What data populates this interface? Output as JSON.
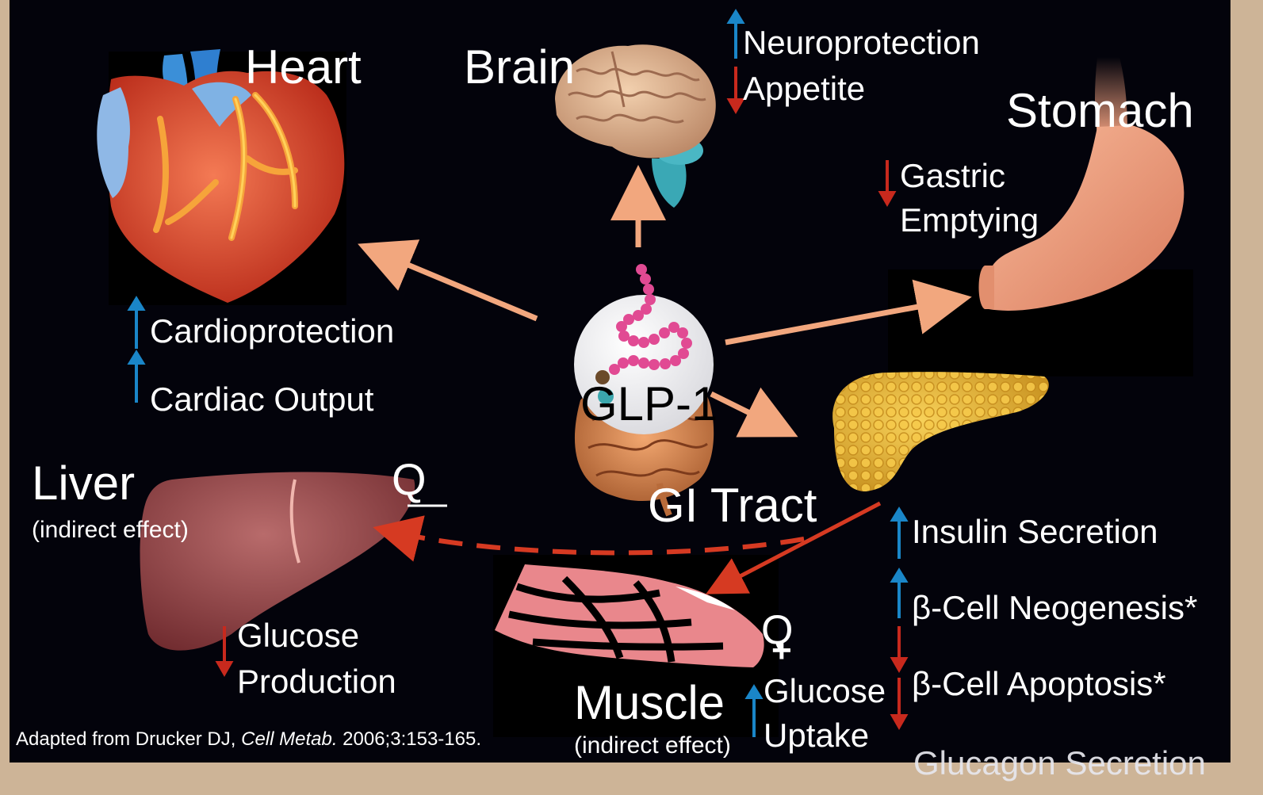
{
  "colors": {
    "background": "#03030b",
    "frame": "#cdb497",
    "up_arrow": "#1a86c8",
    "down_arrow": "#c8291d",
    "pathway_arrow": "#f2a77e",
    "indirect_arrow": "#d63a22"
  },
  "center": {
    "label": "GLP-1"
  },
  "heart": {
    "title": "Heart",
    "effects": [
      {
        "direction": "up",
        "text": "Cardioprotection"
      },
      {
        "direction": "up",
        "text": "Cardiac Output"
      }
    ]
  },
  "brain": {
    "title": "Brain",
    "effects": [
      {
        "direction": "up",
        "text": "Neuroprotection"
      },
      {
        "direction": "down",
        "text": "Appetite"
      }
    ]
  },
  "stomach": {
    "title": "Stomach",
    "effect": {
      "direction": "down",
      "line1": "Gastric",
      "line2": "Emptying"
    }
  },
  "gi_tract": {
    "title": "GI Tract"
  },
  "liver": {
    "title": "Liver",
    "subtitle": "(indirect effect)",
    "effect": {
      "direction": "down",
      "line1": "Glucose",
      "line2": "Production"
    },
    "sign": "Q"
  },
  "muscle": {
    "title": "Muscle",
    "subtitle": "(indirect effect)",
    "effect": {
      "direction": "up",
      "line1": "Glucose",
      "line2": "Uptake"
    },
    "sign": "Q",
    "sign_plus": "+"
  },
  "pancreas": {
    "effects": [
      {
        "direction": "up",
        "text": "Insulin Secretion"
      },
      {
        "direction": "up",
        "text": "β-Cell Neogenesis*"
      },
      {
        "direction": "down",
        "text": "β-Cell Apoptosis*"
      },
      {
        "direction": "down",
        "text": "Glucagon Secretion"
      }
    ]
  },
  "citation": {
    "prefix": "Adapted from Drucker DJ, ",
    "journal": "Cell Metab.",
    "suffix": " 2006;3:153-165."
  }
}
